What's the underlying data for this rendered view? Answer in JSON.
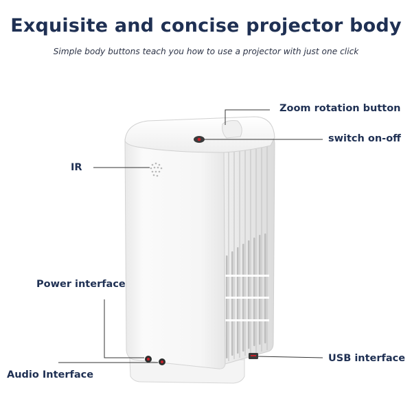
{
  "header": {
    "title": "Exquisite and concise projector body",
    "subtitle": "Simple body buttons teach you how to use a projector with just one click"
  },
  "callouts": {
    "zoom": "Zoom rotation button",
    "switch": "switch on-off",
    "ir": "IR",
    "power": "Power interface",
    "audio": "Audio Interface",
    "usb": "USB interface"
  },
  "colors": {
    "heading": "#1f3053",
    "body": "#f7f7f7",
    "leader_line": "#333333",
    "button_red": "#c8202a"
  }
}
